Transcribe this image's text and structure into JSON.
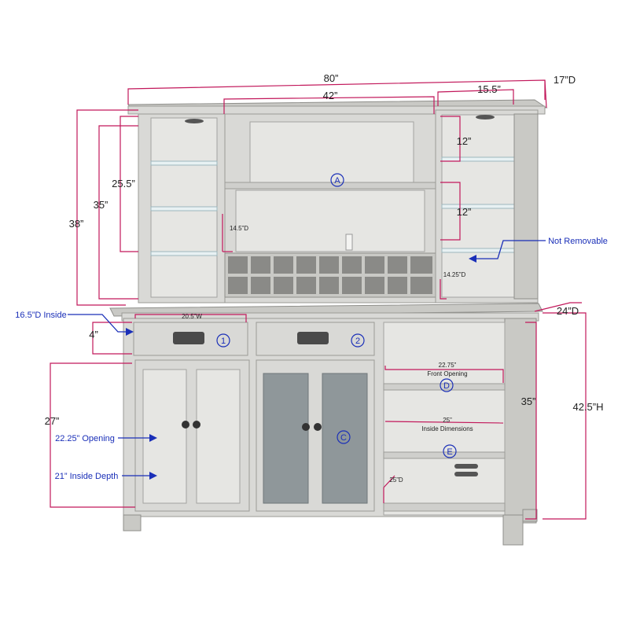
{
  "dimensions": {
    "overall_width": "80”",
    "top_depth": "17”D",
    "center_width": "42”",
    "side_width": "15.5”",
    "shelf_gap_top": "12”",
    "shelf_gap_mid": "12”",
    "left_upper": "25.5”",
    "left_mid": "35”",
    "left_total": "38”",
    "center_depth": "14.5”D",
    "wine_depth": "14.25”D",
    "drawer_width": "20.5”W",
    "drawer_height": "4”",
    "door_height": "27”",
    "base_depth": "24”D",
    "right_height": "35”",
    "total_height": "42.5”H",
    "front_opening_value": "22.75”",
    "front_opening_label": "Front Opening",
    "inside_dim_value": "25”",
    "inside_dim_label": "Inside Dimensions",
    "open_depth": "25”D"
  },
  "callouts": {
    "not_removable": "Not Removable",
    "inside_depth_top": "16.5”D Inside",
    "opening": "22.25” Opening",
    "inside_depth": "21” Inside Depth"
  },
  "markers": {
    "a": "A",
    "b1": "1",
    "b2": "2",
    "c": "C",
    "d": "D",
    "e": "E"
  },
  "colors": {
    "dimension_line": "#c2185b",
    "callout_text": "#1a2fb8",
    "wood": "#d9d9d6"
  }
}
